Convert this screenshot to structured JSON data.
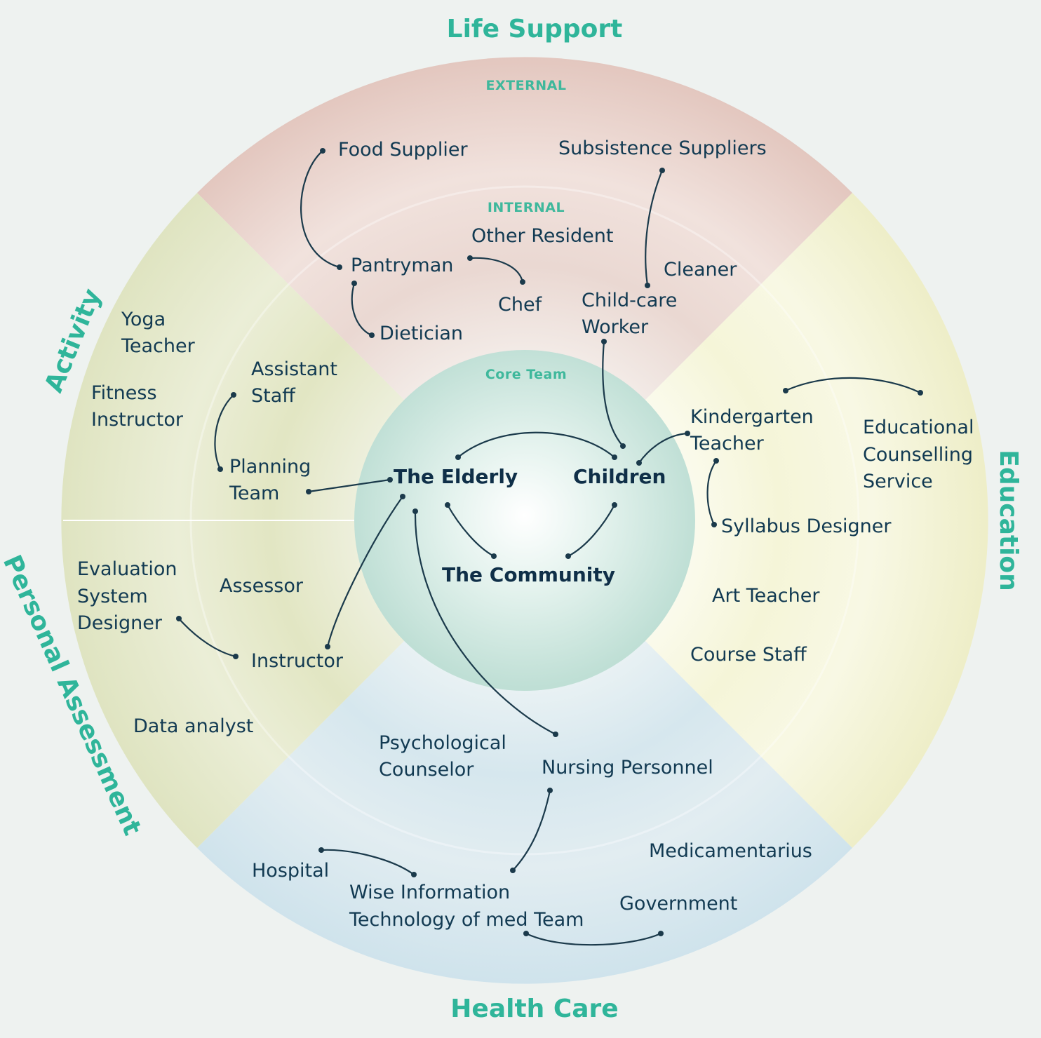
{
  "sectors": {
    "life_support": "Life Support",
    "education": "Education",
    "health_care": "Health Care",
    "personal_assessment": "Personal Assessment",
    "activity": "Activity"
  },
  "rings": {
    "external": "EXTERNAL",
    "internal": "INTERNAL",
    "core_team": "Core Team"
  },
  "core": {
    "elderly": "The Elderly",
    "children": "Children",
    "community": "The Community"
  },
  "roles": {
    "food_supplier": "Food Supplier",
    "subsistence_suppliers": "Subsistence Suppliers",
    "other_resident": "Other Resident",
    "pantryman": "Pantryman",
    "cleaner": "Cleaner",
    "chef": "Chef",
    "child_care_1": "Child-care",
    "child_care_2": "Worker",
    "dietician": "Dietician",
    "yoga_1": "Yoga",
    "yoga_2": "Teacher",
    "assistant_1": "Assistant",
    "assistant_2": "Staff",
    "fitness_1": "Fitness",
    "fitness_2": "Instructor",
    "planning_1": "Planning",
    "planning_2": "Team",
    "kinder_1": "Kindergarten",
    "kinder_2": "Teacher",
    "edu_counsel_1": "Educational",
    "edu_counsel_2": "Counselling",
    "edu_counsel_3": "Service",
    "syllabus": "Syllabus Designer",
    "art_teacher": "Art Teacher",
    "course_staff": "Course Staff",
    "eval_1": "Evaluation",
    "eval_2": "System",
    "eval_3": "Designer",
    "assessor": "Assessor",
    "instructor": "Instructor",
    "data_analyst": "Data analyst",
    "psych_1": "Psychological",
    "psych_2": "Counselor",
    "nursing": "Nursing Personnel",
    "hospital": "Hospital",
    "medicamentarius": "Medicamentarius",
    "wise_1": "Wise Information",
    "wise_2": "Technology of med Team",
    "government": "Government"
  },
  "colors": {
    "title": "#2fb59a",
    "text": "#123a52",
    "connector": "#1b3a4b",
    "life_support": "#e5cdc6",
    "education": "#f3f2d2",
    "health_care": "#d4e6ee",
    "activity": "#e1e5c6",
    "core": "#cfe7df"
  }
}
